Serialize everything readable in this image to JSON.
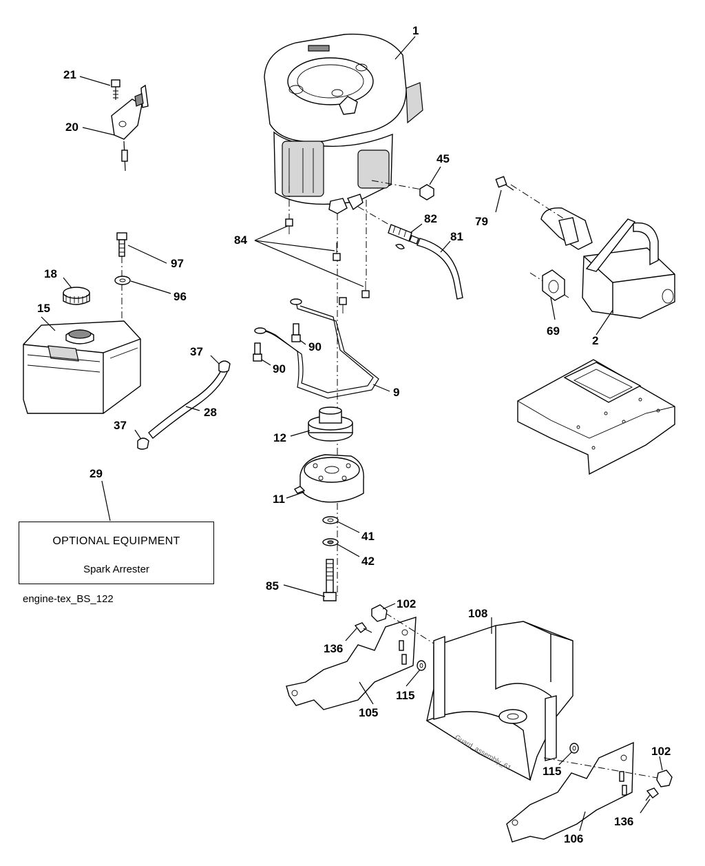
{
  "optional_box": {
    "title": "OPTIONAL EQUIPMENT",
    "subtitle": "Spark Arrester"
  },
  "caption": "engine-tex_BS_122",
  "watermark": "Guard_assembly_61",
  "callouts": [
    "1",
    "2",
    "9",
    "11",
    "12",
    "15",
    "18",
    "20",
    "21",
    "28",
    "29",
    "37",
    "37",
    "41",
    "42",
    "45",
    "69",
    "79",
    "81",
    "82",
    "84",
    "85",
    "90",
    "90",
    "96",
    "97",
    "102",
    "102",
    "105",
    "106",
    "108",
    "115",
    "115",
    "136",
    "136"
  ]
}
